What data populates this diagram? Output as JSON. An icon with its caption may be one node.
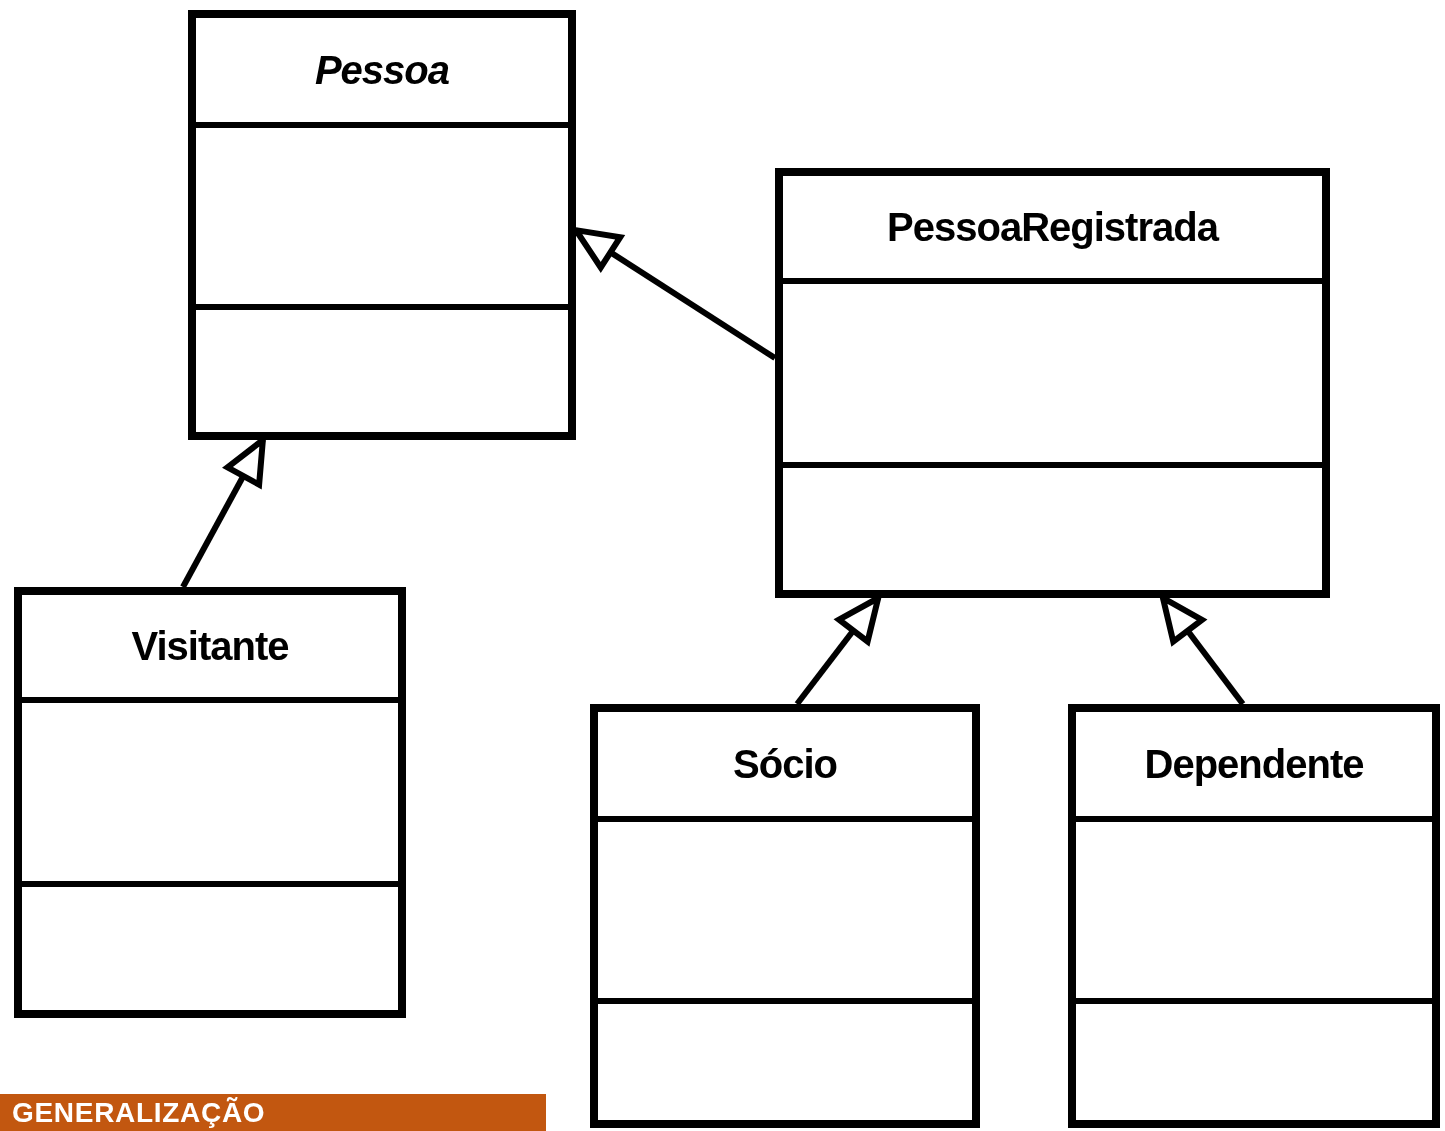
{
  "diagram": {
    "nodes": [
      {
        "text": [
          "Pessoa"
        ]
      },
      {
        "text": [
          "PessoaRegistrada"
        ]
      },
      {
        "text": [
          "Visitante"
        ]
      },
      {
        "text": [
          "Sócio"
        ]
      },
      {
        "text": [
          "Dependente"
        ]
      }
    ],
    "edges": [
      {
        "from": 1,
        "to": 0,
        "arrow": "to"
      },
      {
        "from": 2,
        "to": 0,
        "arrow": "to"
      },
      {
        "from": 3,
        "to": 1,
        "arrow": "to"
      },
      {
        "from": 4,
        "to": 1,
        "arrow": "to"
      }
    ],
    "labels": [
      "GENERALIZAÇÃO"
    ]
  }
}
